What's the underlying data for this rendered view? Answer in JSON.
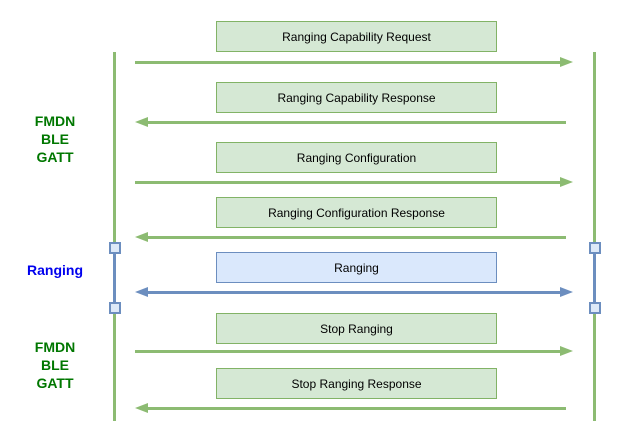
{
  "colors": {
    "background": "#ffffff",
    "green_message_fill": "#d5e8d4",
    "green_message_stroke": "#82b366",
    "green_arrow_and_lifeline": "#8cbb72",
    "blue_message_fill": "#dae8fc",
    "blue_message_stroke": "#6c8ebf",
    "endpoint_handle_fill": "#dde9f8",
    "endpoint_handle_stroke": "#6c8ebf",
    "gatt_phase_label_color": "#007700",
    "ranging_phase_label_color": "#0000ee",
    "message_text_color": "#000000"
  },
  "phase_labels": [
    {
      "lines": [
        "FMDN",
        "BLE",
        "GATT"
      ]
    },
    {
      "lines": [
        "Ranging"
      ]
    },
    {
      "lines": [
        "FMDN",
        "BLE",
        "GATT"
      ]
    }
  ],
  "messages": [
    {
      "label": "Ranging Capability Request",
      "direction": "right",
      "style": "green"
    },
    {
      "label": "Ranging Capability Response",
      "direction": "left",
      "style": "green"
    },
    {
      "label": "Ranging Configuration",
      "direction": "right",
      "style": "green"
    },
    {
      "label": "Ranging Configuration Response",
      "direction": "left",
      "style": "green"
    },
    {
      "label": "Ranging",
      "direction": "both",
      "style": "blue"
    },
    {
      "label": "Stop Ranging",
      "direction": "right",
      "style": "green"
    },
    {
      "label": "Stop Ranging Response",
      "direction": "left",
      "style": "green"
    }
  ]
}
